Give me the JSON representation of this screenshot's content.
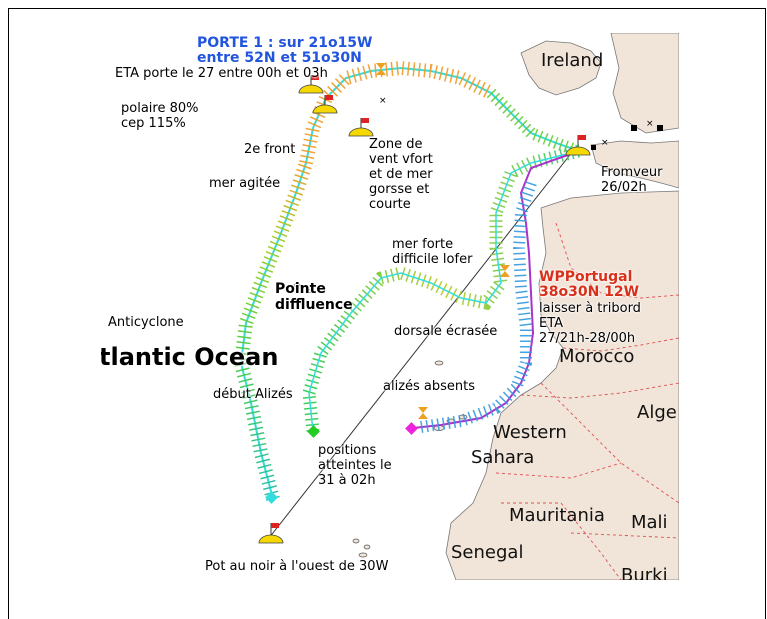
{
  "map": {
    "countries": {
      "ireland": "Ireland",
      "morocco": "Morocco",
      "algeria": "Alge",
      "western": "Western",
      "sahara": "Sahara",
      "mauritania": "Mauritania",
      "mali": "Mali",
      "senegal": "Senegal",
      "burkina": "Burki"
    },
    "ocean": "tlantic Ocean"
  },
  "annotations": {
    "gate_title_1": "PORTE 1 : sur 21o15W",
    "gate_title_2": "entre 52N et 51o30N",
    "eta_gate": "ETA porte le 27 entre 00h et 03h",
    "polar_1": "polaire 80%",
    "polar_2": "cep 115%",
    "second_front": "2e front",
    "rough_sea": "mer agitée",
    "zone": "Zone de\nvent vfort\net de mer\ngorsse et\ncourte",
    "fromveur_1": "Fromveur",
    "fromveur_2": "26/02h",
    "strong_sea_1": "mer forte",
    "strong_sea_2": "difficile lofer",
    "wp_1": "WPPortugal",
    "wp_2": "38o30N 12W",
    "starboard": "laisser à tribord",
    "eta_label": "ETA",
    "eta_window": "27/21h-28/00h",
    "diffluence_1": "Pointe",
    "diffluence_2": "diffluence",
    "anticyclone": "Anticyclone",
    "ridge": "dorsale écrasée",
    "no_trades": "alizés absents",
    "trades_start": "début Alizés",
    "positions_1": "positions",
    "positions_2": "atteintes le",
    "positions_3": "31 à 02h",
    "doldrums": "Pot au noir à l'ouest de 30W"
  },
  "colors": {
    "land": "#f1e4d8",
    "sea": "#ffffff",
    "route_outer": "#33dddd",
    "route_portugal": "#aa33cc",
    "direct_line": "#333333",
    "border": "#e05050",
    "gate_title": "#2255dd",
    "waypoint": "#d9301a"
  }
}
